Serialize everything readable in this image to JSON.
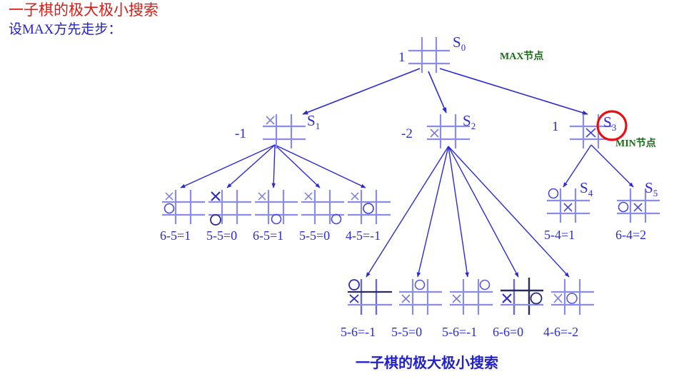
{
  "page": {
    "title": "一子棋的极大极小搜索",
    "subtitle": "设MAX方先走步：",
    "bottom_caption": "一子棋的极大极小搜索",
    "colors": {
      "title_red": "#d81d16",
      "blue": "#2b2bd0",
      "green": "#1a6b1a",
      "highlight_red": "#e81010",
      "grid_light": "#8b8be8",
      "grid_dark": "#2b2b5e"
    }
  },
  "legend": {
    "max_node": "MAX节点",
    "min_node": "MIN节点"
  },
  "tree": {
    "root": {
      "id": "S0",
      "label": "S",
      "sub": "0",
      "value": "1",
      "board": [
        "",
        "",
        "",
        "",
        "",
        "",
        "",
        "",
        ""
      ]
    },
    "level1": [
      {
        "id": "S1",
        "label": "S",
        "sub": "1",
        "value": "-1",
        "board": [
          "X",
          "",
          "",
          "",
          "",
          "",
          "",
          "",
          ""
        ]
      },
      {
        "id": "S2",
        "label": "S",
        "sub": "2",
        "value": "-2",
        "board": [
          "",
          "",
          "",
          "X",
          "",
          "",
          "",
          "",
          ""
        ]
      },
      {
        "id": "S3",
        "label": "S",
        "sub": "3",
        "value": "1",
        "highlighted": true,
        "board": [
          "",
          "",
          "",
          "",
          "X",
          "",
          "",
          "",
          ""
        ]
      }
    ],
    "leaves_row1": [
      {
        "board": [
          "X",
          "",
          "",
          "O",
          "",
          "",
          "",
          "",
          ""
        ],
        "score": "6-5=1"
      },
      {
        "board": [
          "X",
          "",
          "",
          "",
          "",
          "",
          "O",
          "",
          ""
        ],
        "score": "5-5=0"
      },
      {
        "board": [
          "X",
          "",
          "",
          "",
          "",
          "",
          "",
          "O",
          ""
        ],
        "score": "6-5=1"
      },
      {
        "board": [
          "X",
          "",
          "",
          "",
          "",
          "",
          "",
          "",
          "O"
        ],
        "score": "5-5=0"
      },
      {
        "board": [
          "X",
          "",
          "",
          "",
          "O",
          "",
          "",
          "",
          ""
        ],
        "score": "4-5=-1"
      }
    ],
    "leaves_s3": [
      {
        "id": "S4",
        "label": "S",
        "sub": "4",
        "board": [
          "O",
          "",
          "",
          "",
          "X",
          "",
          "",
          "",
          ""
        ],
        "score": "5-4=1"
      },
      {
        "id": "S5",
        "label": "S",
        "sub": "5",
        "board": [
          "",
          "",
          "",
          "O",
          "X",
          "",
          "",
          "",
          ""
        ],
        "score": "6-4=2"
      }
    ],
    "leaves_row2": [
      {
        "board": [
          "O",
          "",
          "",
          "X",
          "",
          "",
          "",
          "",
          ""
        ],
        "score": "5-6=-1"
      },
      {
        "board": [
          "",
          "O",
          "",
          "X",
          "",
          "",
          "",
          "",
          ""
        ],
        "score": "5-5=0"
      },
      {
        "board": [
          "",
          "",
          "O",
          "X",
          "",
          "",
          "",
          "",
          ""
        ],
        "score": "5-6=-1"
      },
      {
        "board": [
          "",
          "",
          "",
          "X",
          "",
          "O",
          "",
          "",
          ""
        ],
        "score": "6-6=0"
      },
      {
        "board": [
          "",
          "",
          "",
          "X",
          "O",
          "",
          "",
          "",
          ""
        ],
        "score": "4-6=-2"
      }
    ]
  }
}
